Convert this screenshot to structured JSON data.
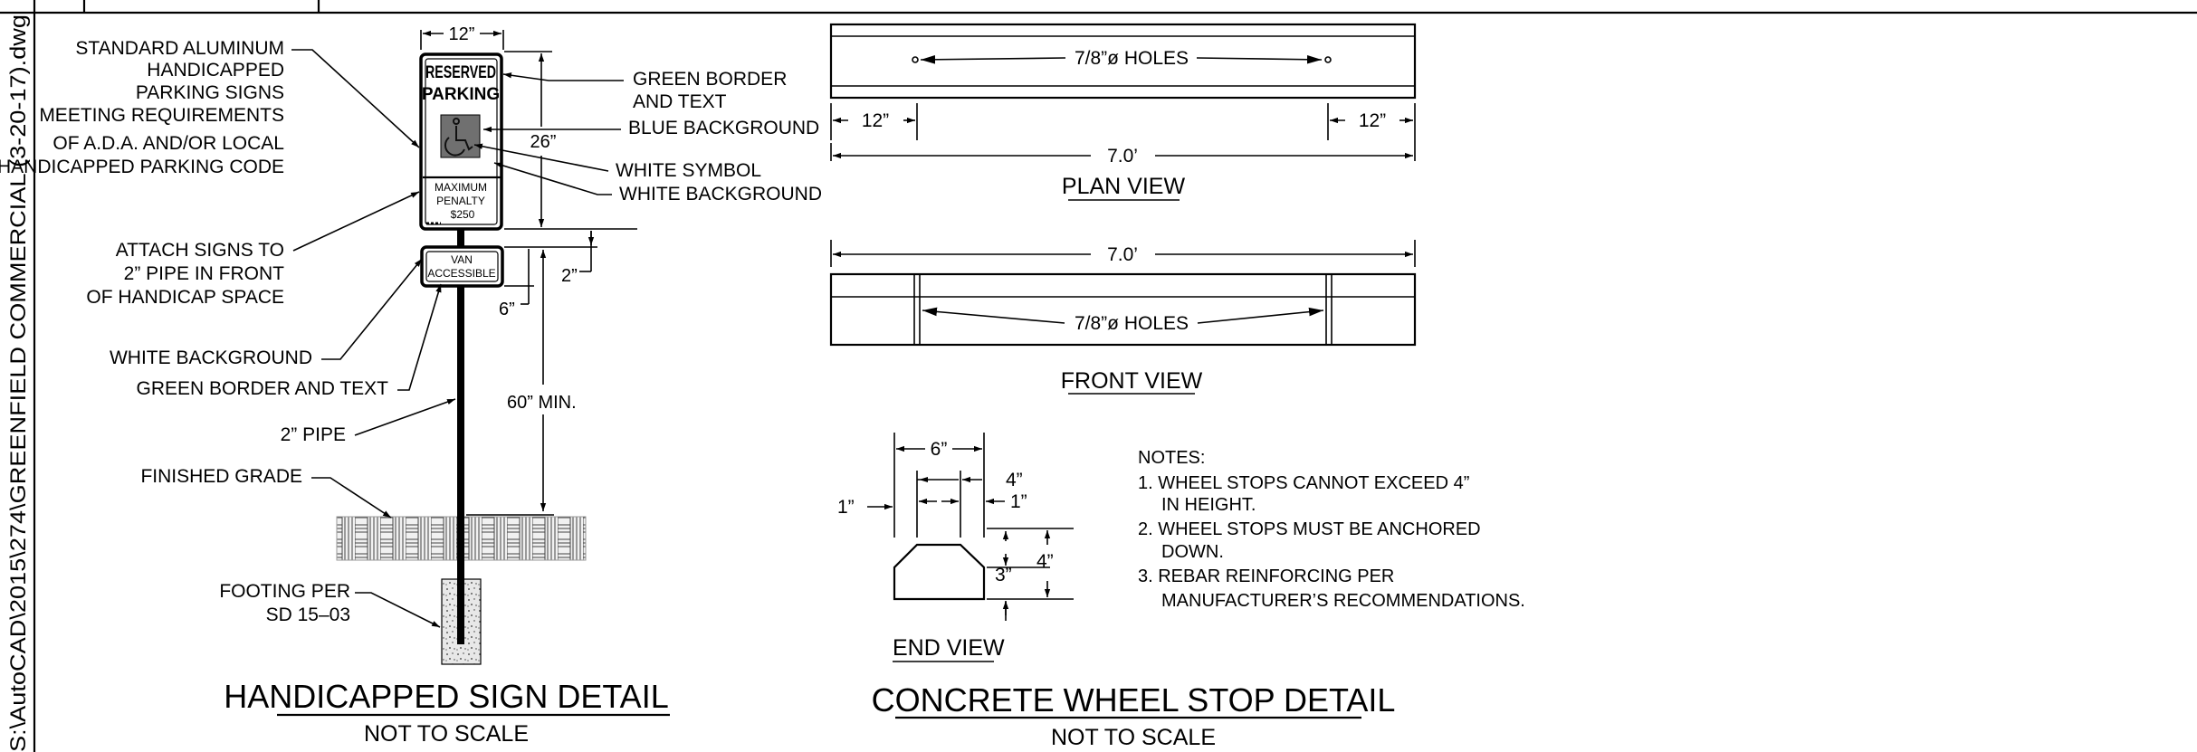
{
  "drawing": {
    "file_path": "S:\\AutoCAD\\2015\\274\\GREENFIELD COMMERCIAL (3-20-17).dwg"
  },
  "sign_detail": {
    "title": "HANDICAPPED SIGN DETAIL",
    "scale": "NOT TO SCALE",
    "sign": {
      "line1": "RESERVED",
      "line2": "PARKING",
      "penalty1": "MAXIMUM",
      "penalty2": "PENALTY",
      "penalty3": "$250",
      "van1": "VAN",
      "van2": "ACCESSIBLE"
    },
    "dims": {
      "width": "12”",
      "height": "26”",
      "gap": "2”",
      "van": "6”",
      "mount": "60” MIN."
    },
    "callouts_left": {
      "std1": "STANDARD ALUMINUM",
      "std2": "HANDICAPPED",
      "std3": "PARKING SIGNS",
      "std4": "MEETING REQUIREMENTS",
      "std5": "OF A.D.A. AND/OR LOCAL",
      "std6": "HANDICAPPED PARKING CODE",
      "att1": "ATTACH SIGNS TO",
      "att2": "2” PIPE IN FRONT",
      "att3": "OF HANDICAP SPACE",
      "white_bg": "WHITE BACKGROUND",
      "green_bt": "GREEN BORDER AND TEXT",
      "pipe": "2” PIPE",
      "grade": "FINISHED GRADE",
      "foot1": "FOOTING PER",
      "foot2": "SD 15–03"
    },
    "callouts_right": {
      "gb1": "GREEN BORDER",
      "gb2": "AND TEXT",
      "blue": "BLUE BACKGROUND",
      "wsym": "WHITE SYMBOL",
      "wbg": "WHITE BACKGROUND"
    }
  },
  "wheel_stop": {
    "title": "CONCRETE WHEEL STOP DETAIL",
    "scale": "NOT TO SCALE",
    "plan": {
      "label": "PLAN VIEW",
      "holes": "7/8”ø HOLES",
      "end_left": "12”",
      "end_right": "12”",
      "length": "7.0’"
    },
    "front": {
      "label": "FRONT VIEW",
      "length": "7.0’",
      "holes": "7/8”ø HOLES"
    },
    "end": {
      "label": "END VIEW",
      "w6": "6”",
      "w4": "4”",
      "w1a": "1”",
      "w1b": "1”",
      "h3": "3”",
      "h4": "4”"
    },
    "notes": {
      "heading": "NOTES:",
      "n1a": "1. WHEEL STOPS CANNOT EXCEED 4”",
      "n1b": "IN HEIGHT.",
      "n2a": "2. WHEEL STOPS MUST BE ANCHORED",
      "n2b": "DOWN.",
      "n3a": "3. REBAR REINFORCING PER",
      "n3b": "MANUFACTURER’S RECOMMENDATIONS."
    }
  },
  "colors": {
    "ink": "#000000",
    "sign_symbol_bg": "#707070",
    "footing_fill": "#e6e6e6",
    "grade_fill": "#efefef"
  }
}
